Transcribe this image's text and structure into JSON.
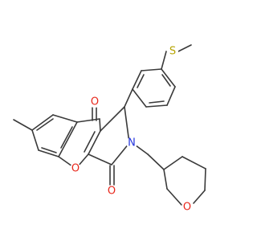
{
  "molecule": {
    "atoms": {
      "S": {
        "symbol": "S",
        "color": "#b5a300"
      },
      "O1": {
        "symbol": "O",
        "color": "#e8261a"
      },
      "O2": {
        "symbol": "O",
        "color": "#e8261a"
      },
      "O3": {
        "symbol": "O",
        "color": "#e8261a"
      },
      "O4": {
        "symbol": "O",
        "color": "#e8261a"
      },
      "N": {
        "symbol": "N",
        "color": "#2233dd"
      }
    },
    "bond_color": "#3a3a3a"
  }
}
